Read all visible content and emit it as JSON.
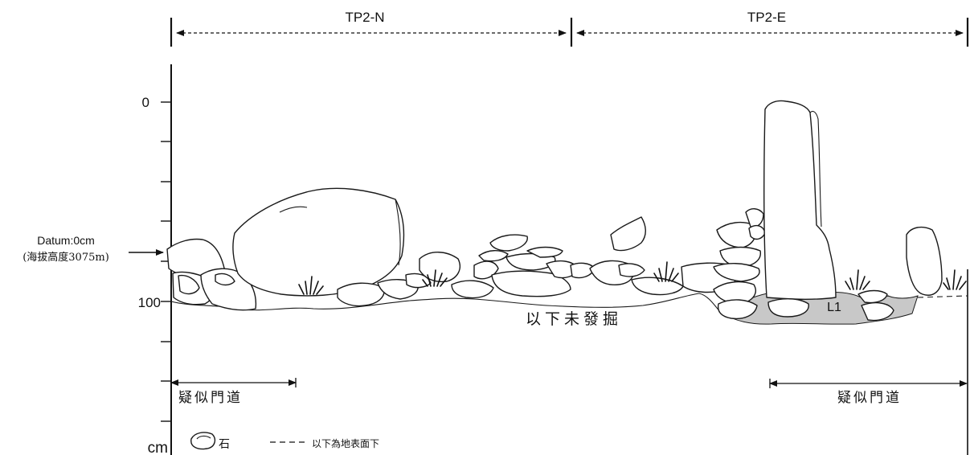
{
  "sections": [
    {
      "label": "TP2-N"
    },
    {
      "label": "TP2-E"
    }
  ],
  "depth_axis": {
    "ticks": [
      {
        "value": 0,
        "label": "0"
      },
      {
        "value": 100,
        "label": "100"
      }
    ],
    "unit_label": "cm"
  },
  "datum": {
    "line1": "Datum:0cm",
    "line2": "(海拔高度3075m)"
  },
  "annotations": {
    "unexcavated": "以下未發掘",
    "feature": "L1",
    "doorway_left": "疑似門道",
    "doorway_right": "疑似門道"
  },
  "legend": {
    "stone": "石",
    "surface_line": "以下為地表面下"
  },
  "colors": {
    "line": "#111111",
    "feature_fill": "#c8c8c8"
  }
}
